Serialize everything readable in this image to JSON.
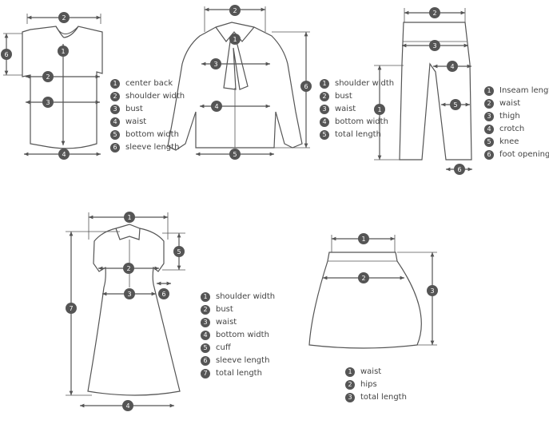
{
  "tshirt": {
    "legend": [
      {
        "n": "1",
        "label": "center back"
      },
      {
        "n": "2",
        "label": "shoulder width"
      },
      {
        "n": "3",
        "label": "bust"
      },
      {
        "n": "4",
        "label": "waist"
      },
      {
        "n": "5",
        "label": "bottom width"
      },
      {
        "n": "6",
        "label": "sleeve length"
      }
    ]
  },
  "blouse": {
    "legend": [
      {
        "n": "1",
        "label": "shoulder width"
      },
      {
        "n": "2",
        "label": "bust"
      },
      {
        "n": "3",
        "label": "waist"
      },
      {
        "n": "4",
        "label": "bottom width"
      },
      {
        "n": "5",
        "label": "total length"
      }
    ]
  },
  "pants": {
    "legend": [
      {
        "n": "1",
        "label": "Inseam length"
      },
      {
        "n": "2",
        "label": "waist"
      },
      {
        "n": "3",
        "label": "thigh"
      },
      {
        "n": "4",
        "label": "crotch"
      },
      {
        "n": "5",
        "label": "knee"
      },
      {
        "n": "6",
        "label": "foot opening"
      }
    ]
  },
  "dress": {
    "legend": [
      {
        "n": "1",
        "label": "shoulder width"
      },
      {
        "n": "2",
        "label": "bust"
      },
      {
        "n": "3",
        "label": "waist"
      },
      {
        "n": "4",
        "label": "bottom width"
      },
      {
        "n": "5",
        "label": "cuff"
      },
      {
        "n": "6",
        "label": "sleeve length"
      },
      {
        "n": "7",
        "label": "total length"
      }
    ]
  },
  "skirt": {
    "legend": [
      {
        "n": "1",
        "label": "waist"
      },
      {
        "n": "2",
        "label": "hips"
      },
      {
        "n": "3",
        "label": "total length"
      }
    ]
  },
  "colors": {
    "line": "#555555",
    "badge": "#555555",
    "text": "#444444"
  }
}
